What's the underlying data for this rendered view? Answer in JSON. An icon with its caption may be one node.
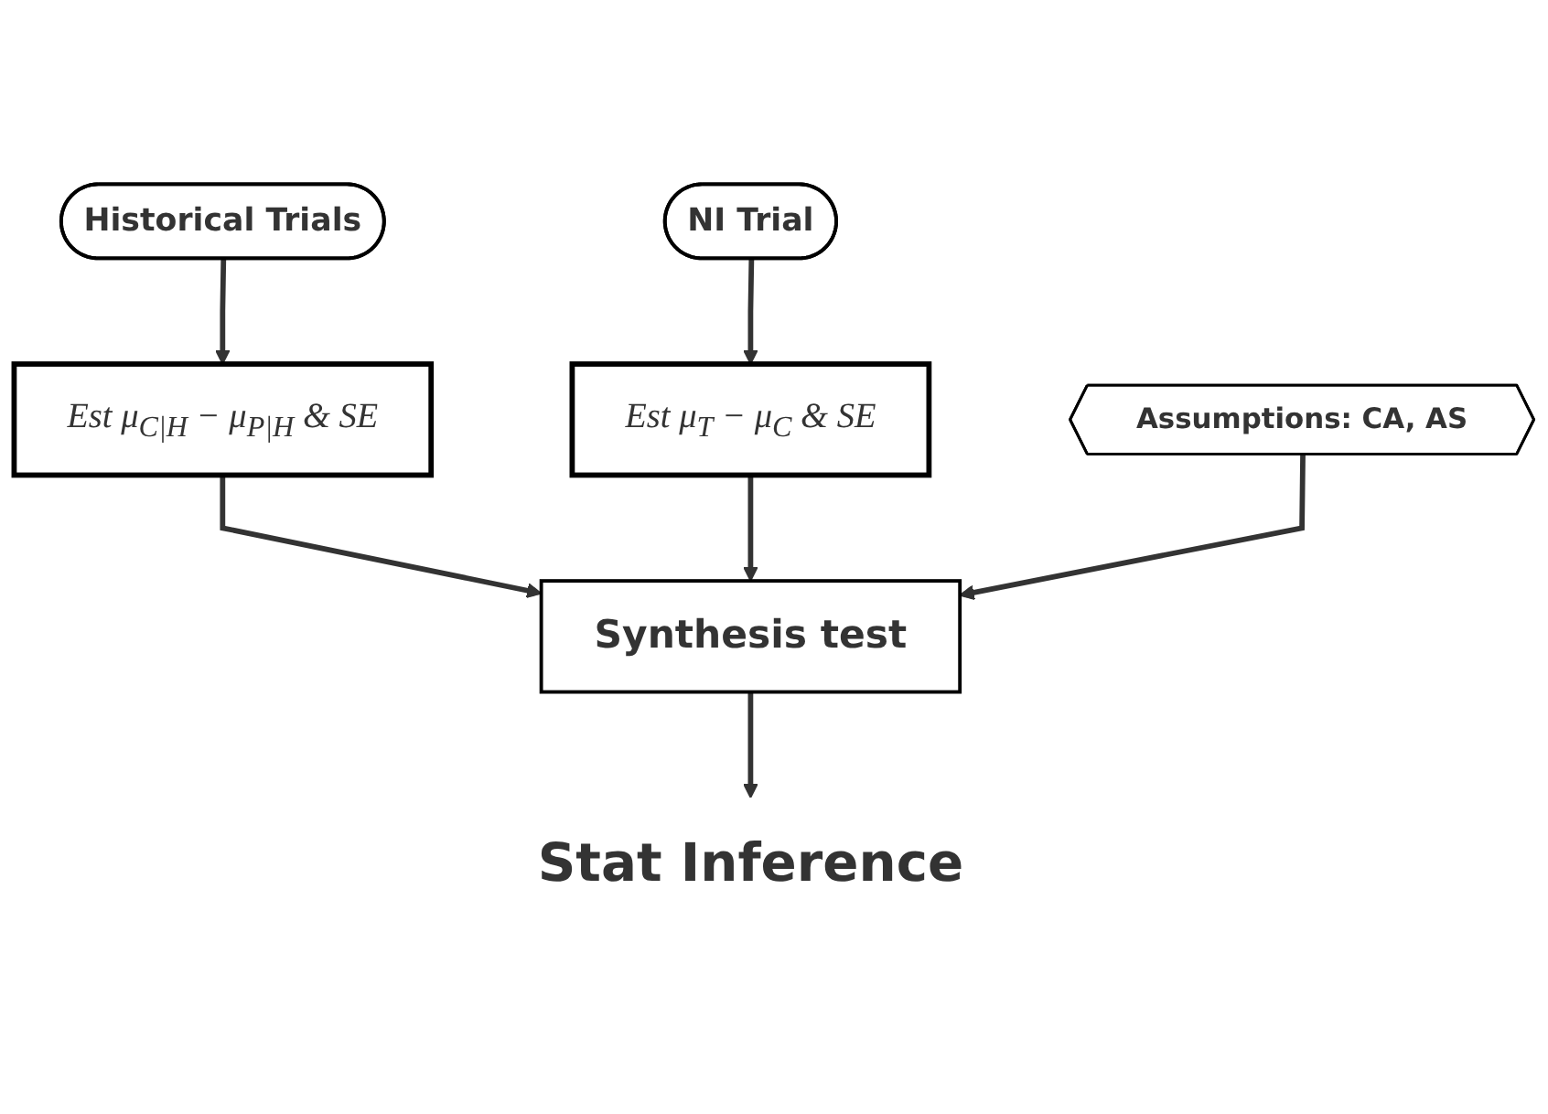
{
  "diagram": {
    "nodes": [
      {
        "text": [
          "Historical Trials"
        ]
      },
      {
        "text": [
          "NI Trial"
        ]
      },
      {
        "text": [
          "Est μ$_{C|H}$ − μ$_{P|H}$ & SE"
        ]
      },
      {
        "text": [
          "Est μ$_{T}$ − μ$_{C}$ & SE"
        ]
      },
      {
        "text": [
          "Synthesis test"
        ]
      },
      {
        "text": [
          "Assumptions: CA, AS"
        ]
      },
      {
        "text": [
          "Stat Inference"
        ]
      }
    ],
    "edges": [
      {
        "from": 0,
        "to": 2,
        "arrow": "to"
      },
      {
        "from": 1,
        "to": 3,
        "arrow": "to"
      },
      {
        "from": 2,
        "to": 4,
        "arrow": "to"
      },
      {
        "from": 3,
        "to": 4,
        "arrow": "to"
      },
      {
        "from": 5,
        "to": 4,
        "arrow": "to"
      },
      {
        "from": 4,
        "to": 6,
        "arrow": "to"
      }
    ]
  }
}
